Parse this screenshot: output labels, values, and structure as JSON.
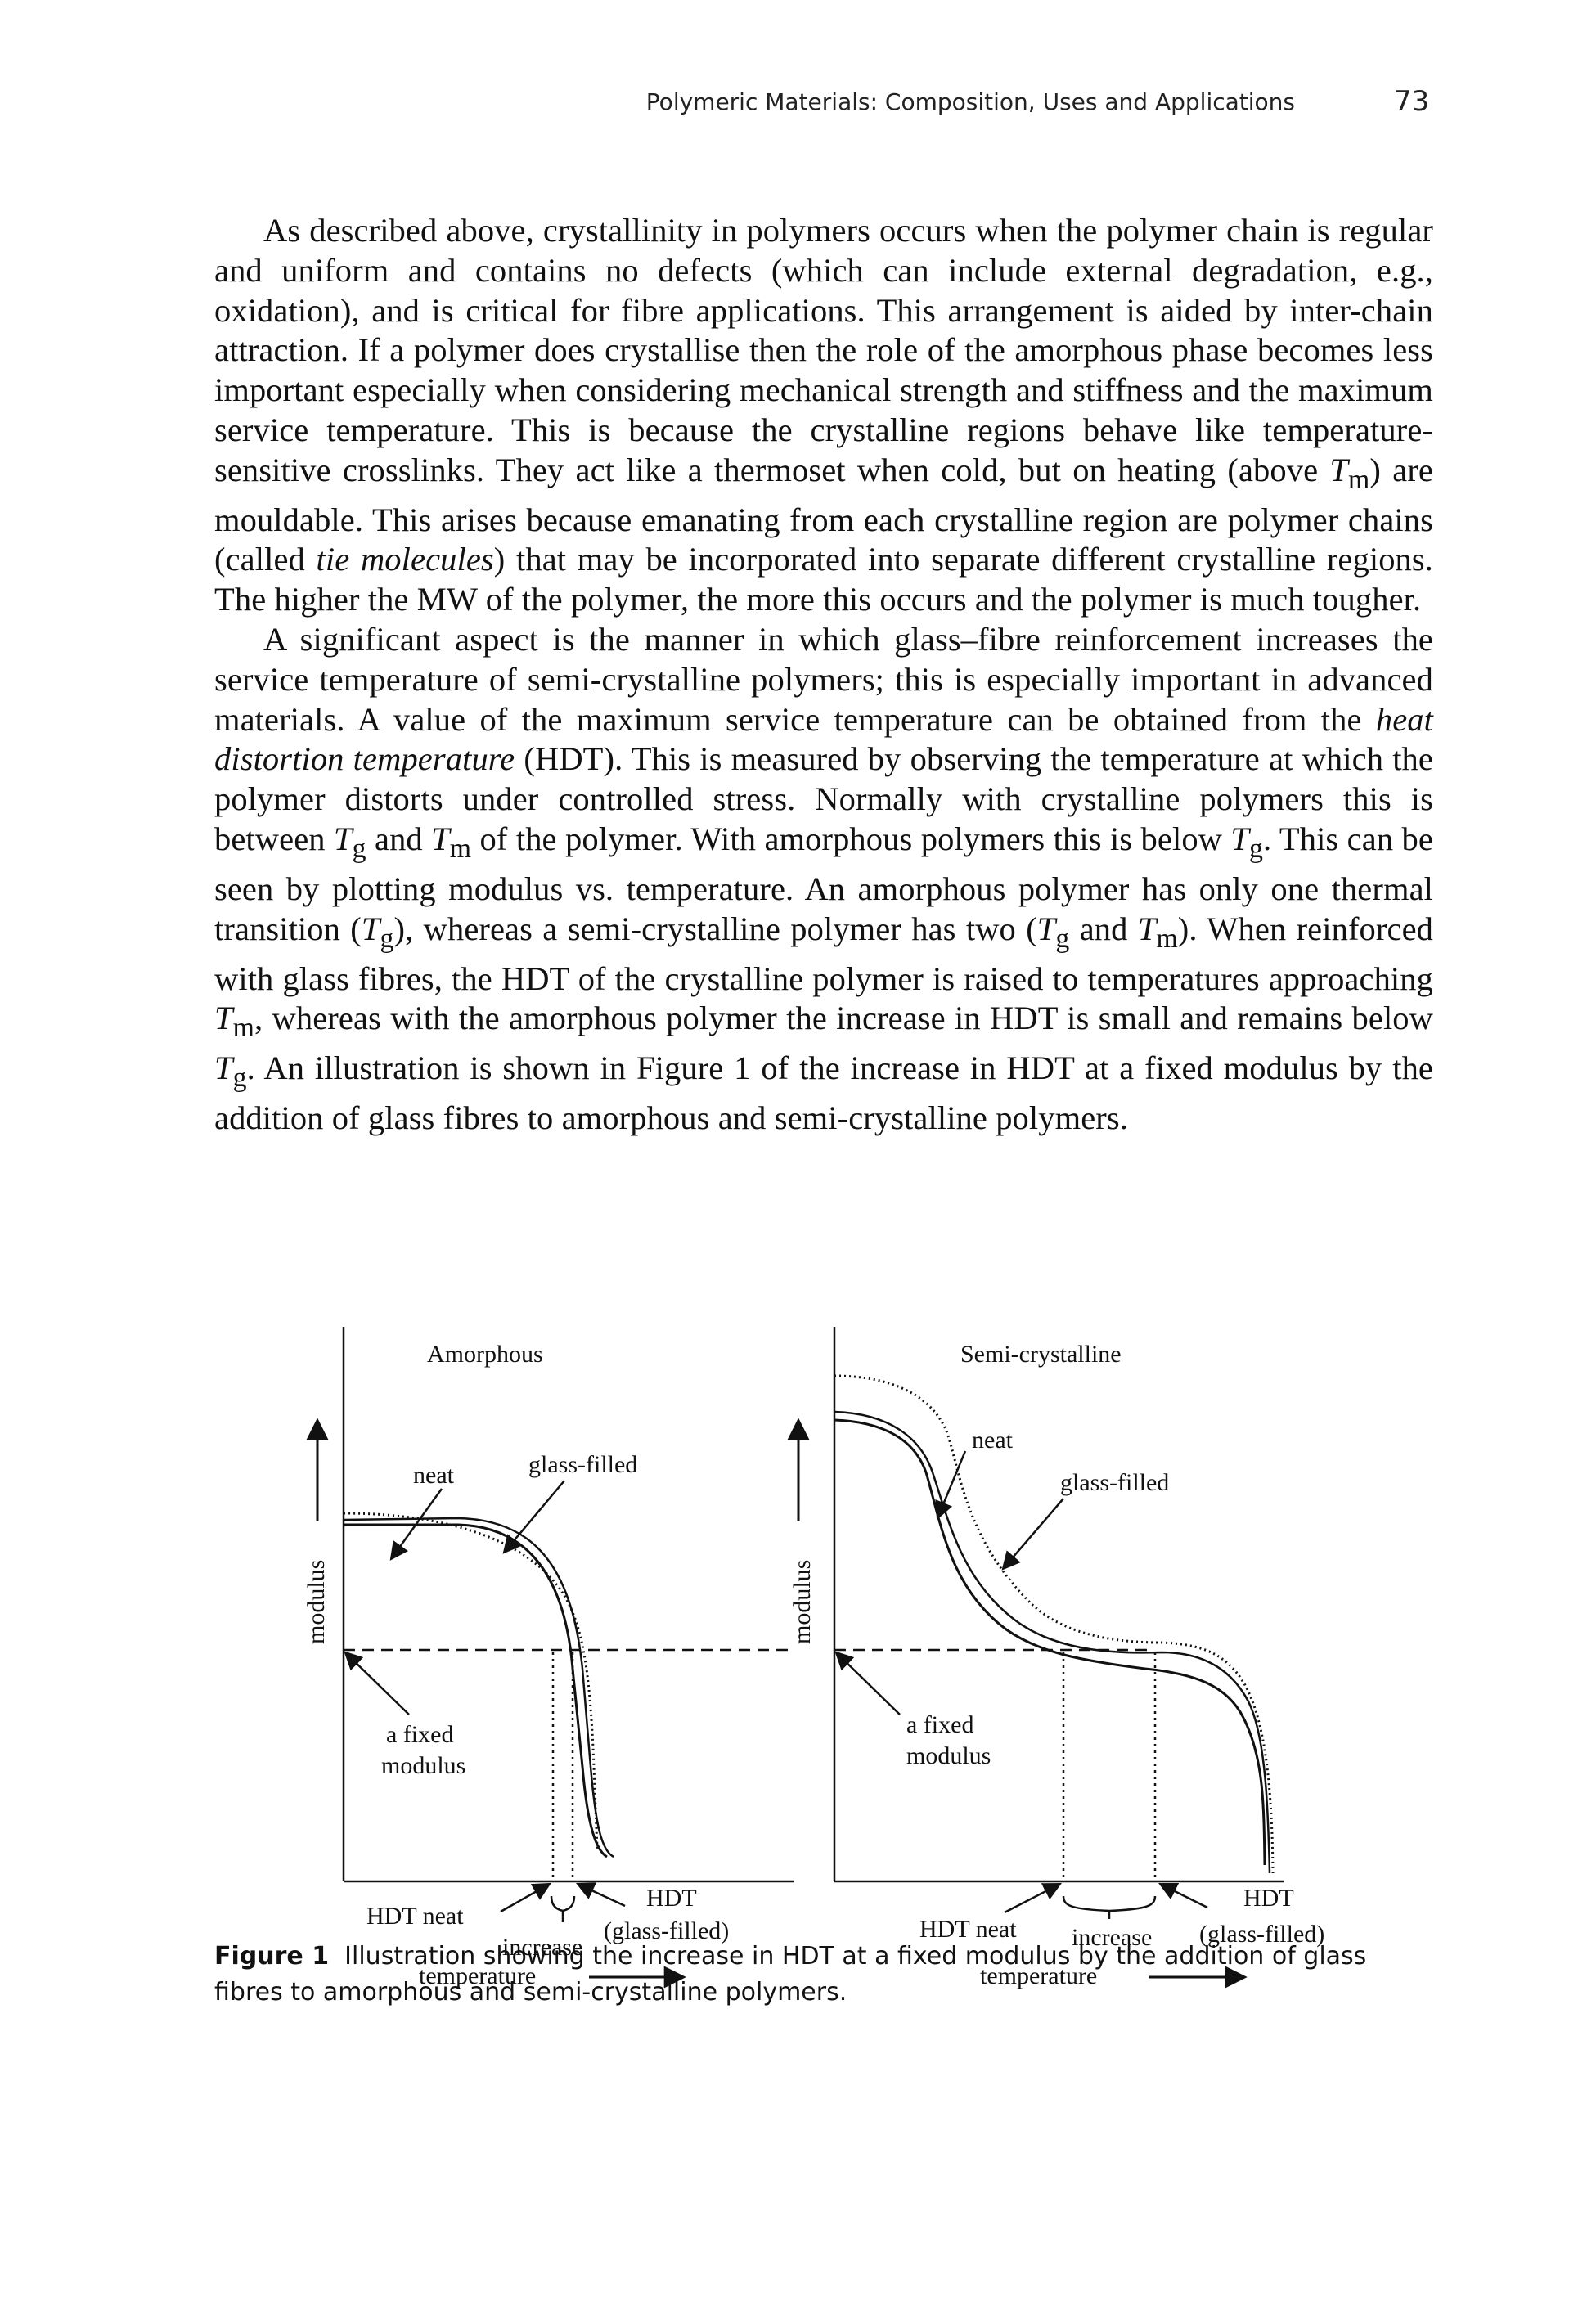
{
  "header": {
    "running_title": "Polymeric Materials: Composition, Uses and Applications",
    "page_number": "73"
  },
  "paragraphs": [
    {
      "segments": [
        {
          "text": "As described above, crystallinity in polymers occurs when the polymer chain is regular and uniform and contains no defects (which can include external degradation, e.g., oxidation), and is critical for fibre applications. This arrangement is aided by inter-chain attraction. If a polymer does crystallise then the role of the amorphous phase becomes less important especially when considering mechanical strength and stiffness and the maximum service temperature. This is because the crystalline regions behave like temperature-sensitive crosslinks. They act like a thermoset when cold, but on heating (above "
        },
        {
          "text": "T",
          "style": "italic"
        },
        {
          "text": "m",
          "style": "sub"
        },
        {
          "text": ") are mouldable. This arises because emanating from each crystalline region are polymer chains (called "
        },
        {
          "text": "tie molecules",
          "style": "italic"
        },
        {
          "text": ") that may be incorporated into separate different crystalline regions. The higher the MW of the polymer, the more this occurs and the polymer is much tougher."
        }
      ]
    },
    {
      "segments": [
        {
          "text": "A significant aspect is the manner in which glass–fibre reinforcement increases the service temperature of semi-crystalline polymers; this is especially important in advanced materials. A value of the maximum service temperature can be obtained from the "
        },
        {
          "text": "heat distortion temperature",
          "style": "italic"
        },
        {
          "text": " (HDT). This is measured by observing the temperature at which the polymer distorts under controlled stress. Normally with crystalline polymers this is between "
        },
        {
          "text": "T",
          "style": "italic"
        },
        {
          "text": "g",
          "style": "sub"
        },
        {
          "text": " and "
        },
        {
          "text": "T",
          "style": "italic"
        },
        {
          "text": "m",
          "style": "sub"
        },
        {
          "text": " of the polymer. With amorphous polymers this is below "
        },
        {
          "text": "T",
          "style": "italic"
        },
        {
          "text": "g",
          "style": "sub"
        },
        {
          "text": ". This can be seen by plotting modulus vs. temperature. An amorphous polymer has only one thermal transition ("
        },
        {
          "text": "T",
          "style": "italic"
        },
        {
          "text": "g",
          "style": "sub"
        },
        {
          "text": "), whereas a semi-crystalline polymer has two ("
        },
        {
          "text": "T",
          "style": "italic"
        },
        {
          "text": "g",
          "style": "sub"
        },
        {
          "text": " and "
        },
        {
          "text": "T",
          "style": "italic"
        },
        {
          "text": "m",
          "style": "sub"
        },
        {
          "text": "). When reinforced with glass fibres, the HDT of the crystalline polymer is raised to temperatures approaching "
        },
        {
          "text": "T",
          "style": "italic"
        },
        {
          "text": "m",
          "style": "sub"
        },
        {
          "text": ", whereas with the amorphous polymer the increase in HDT is small and remains below "
        },
        {
          "text": "T",
          "style": "italic"
        },
        {
          "text": "g",
          "style": "sub"
        },
        {
          "text": ". An illustration is shown in Figure 1 of the increase in HDT at a fixed modulus by the addition of glass fibres to amorphous and semi-crystalline polymers."
        }
      ]
    }
  ],
  "figure": {
    "amorphous": {
      "title": "Amorphous",
      "y_axis_label": "modulus",
      "label_neat": "neat",
      "label_glass_filled": "glass-filled",
      "label_fixed_modulus_1": "a fixed",
      "label_fixed_modulus_2": "modulus",
      "label_hdt_neat": "HDT neat",
      "label_increase": "increase",
      "label_hdt_gf_1": "HDT",
      "label_hdt_gf_2": "(glass-filled)",
      "x_axis_label": "temperature"
    },
    "semicrystalline": {
      "title": "Semi-crystalline",
      "y_axis_label": "modulus",
      "label_neat": "neat",
      "label_glass_filled": "glass-filled",
      "label_fixed_modulus_1": "a fixed",
      "label_fixed_modulus_2": "modulus",
      "label_hdt_neat": "HDT neat",
      "label_increase": "increase",
      "label_hdt_gf_1": "HDT",
      "label_hdt_gf_2": "(glass-filled)",
      "x_axis_label": "temperature"
    }
  },
  "caption": {
    "label": "Figure 1",
    "text": "Illustration showing the increase in HDT at a fixed modulus by the addition of glass fibres to amorphous and semi-crystalline polymers."
  }
}
